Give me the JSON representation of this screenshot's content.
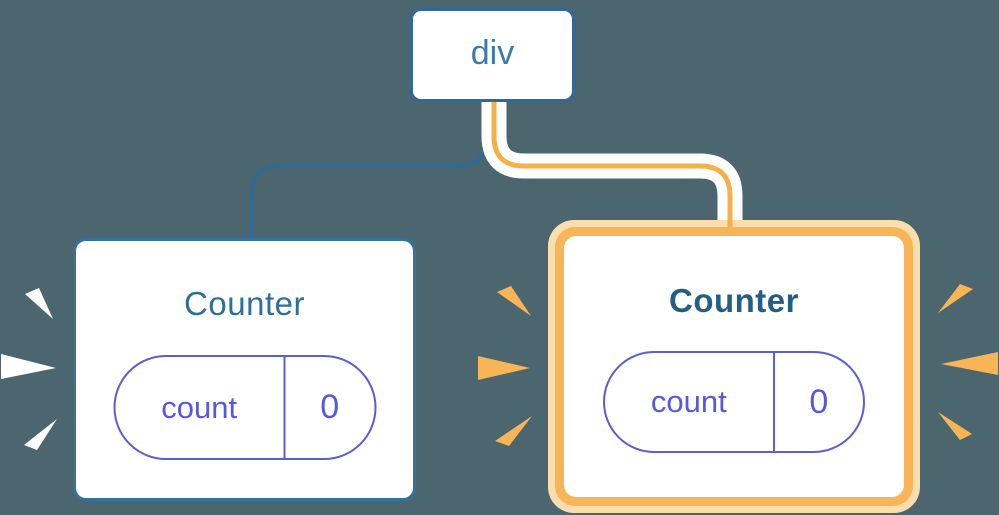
{
  "diagram": {
    "background_color": "#4C6670",
    "root_node": {
      "label": "div"
    },
    "left_card": {
      "title": "Counter",
      "state_pill": {
        "key": "count",
        "value": "0"
      },
      "highlighted": false
    },
    "right_card": {
      "title": "Counter",
      "state_pill": {
        "key": "count",
        "value": "0"
      },
      "highlighted": true
    },
    "colors": {
      "background": "#4C6670",
      "node_border_blue": "#30699A",
      "node_text_blue": "#3A7AAC",
      "card_border_blue": "#35719F",
      "title_blue": "#2E6F99",
      "title_blue_dark": "#235E86",
      "connector_blue": "#2E6B99",
      "connector_white": "#FFFFFF",
      "connector_orange_stripe": "#F5B049",
      "highlight_orange": "#F8B557",
      "highlight_halo": "#FCDDAD",
      "spark_white": "#FFFFFF",
      "spark_orange": "#F7B556",
      "pill_purple": "#5C5CD4",
      "pill_text_purple": "#5757E0"
    }
  }
}
